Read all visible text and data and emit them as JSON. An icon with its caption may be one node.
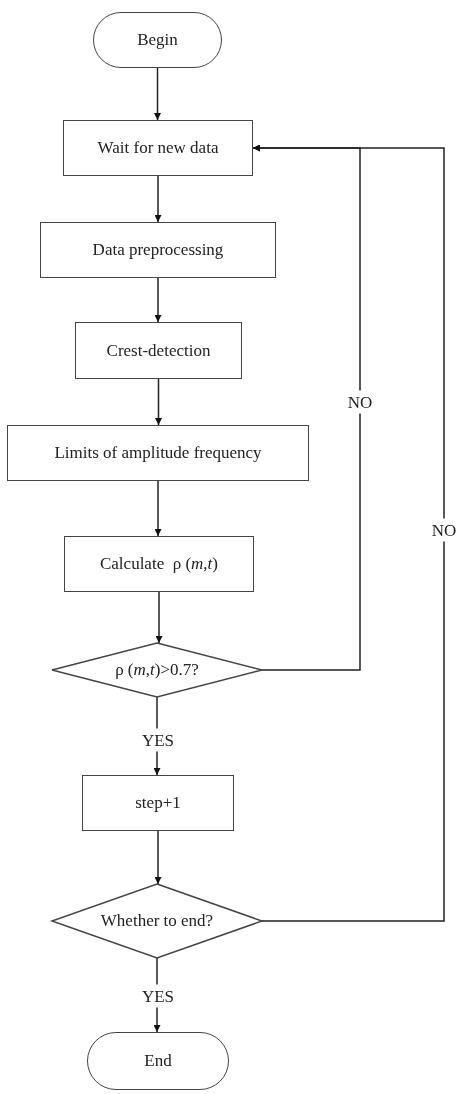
{
  "diagram": {
    "nodes": [
      {
        "text": [
          "Begin"
        ]
      },
      {
        "text": [
          "Wait for new data"
        ]
      },
      {
        "text": [
          "Data preprocessing"
        ]
      },
      {
        "text": [
          "Crest-detection"
        ]
      },
      {
        "text": [
          "Limits of amplitude frequency"
        ]
      },
      {
        "text": [
          "Calculate  ρ (*m*,*t*)"
        ]
      },
      {
        "text": [
          "ρ (*m*,*t*)>0.7?"
        ]
      },
      {
        "text": [
          "step+1"
        ]
      },
      {
        "text": [
          "Whether to end?"
        ]
      },
      {
        "text": [
          "End"
        ]
      }
    ],
    "edges": [
      {
        "from": 0,
        "to": 1,
        "arrow": "to"
      },
      {
        "from": 1,
        "to": 2,
        "arrow": "to"
      },
      {
        "from": 2,
        "to": 3,
        "arrow": "to"
      },
      {
        "from": 3,
        "to": 4,
        "arrow": "to"
      },
      {
        "from": 4,
        "to": 5,
        "arrow": "to"
      },
      {
        "from": 5,
        "to": 6,
        "arrow": "to"
      },
      {
        "from": 6,
        "to": 1,
        "arrow": "to",
        "label": "NO"
      },
      {
        "from": 6,
        "to": 7,
        "arrow": "to",
        "label": "YES"
      },
      {
        "from": 7,
        "to": 8,
        "arrow": "to"
      },
      {
        "from": 8,
        "to": 1,
        "arrow": "to",
        "label": "NO"
      },
      {
        "from": 8,
        "to": 9,
        "arrow": "to",
        "label": "YES"
      }
    ]
  }
}
